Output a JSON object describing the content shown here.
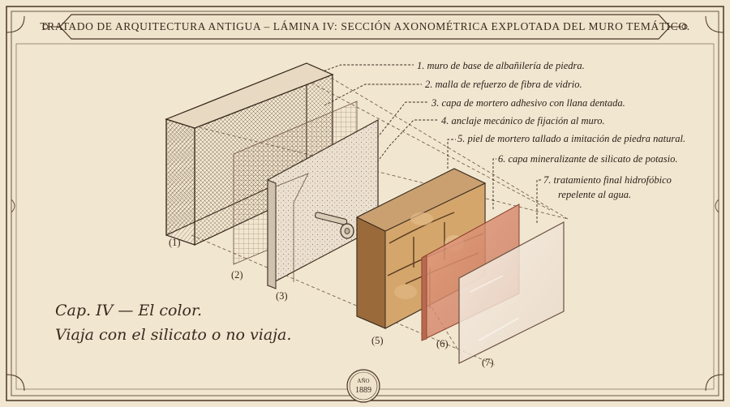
{
  "title": "TRATADO DE ARQUITECTURA ANTIGUA – LÁMINA IV: SECCIÓN AXONOMÉTRICA EXPLOTADA DEL MURO TEMÁTICO.",
  "labels": [
    "1. muro de base de albañilería de piedra.",
    "2. malla de refuerzo de fibra de vidrio.",
    "3. capa de mortero adhesivo con llana dentada.",
    "4. anclaje mecánico de fijación al muro.",
    "5. piel de mortero tallado a imitación de piedra natural.",
    "6. capa mineralizante de silicato de potasio.",
    "7. tratamiento final hidrofóbico",
    "repelente al agua."
  ],
  "layer_numbers": [
    "(1)",
    "(2)",
    "(3)",
    "(5)",
    "(6)",
    "(7)"
  ],
  "caption": {
    "line1": "Cap. IV — El color.",
    "line2": "Viaja con el silicato o no viaja."
  },
  "seal": {
    "top": "AÑO",
    "year": "1889"
  },
  "colors": {
    "paper": "#f1e6d0",
    "ink": "#3a2a1e",
    "stone": "#c99a62",
    "silicate": "#d98b6c",
    "glass": "#efe4d8"
  }
}
